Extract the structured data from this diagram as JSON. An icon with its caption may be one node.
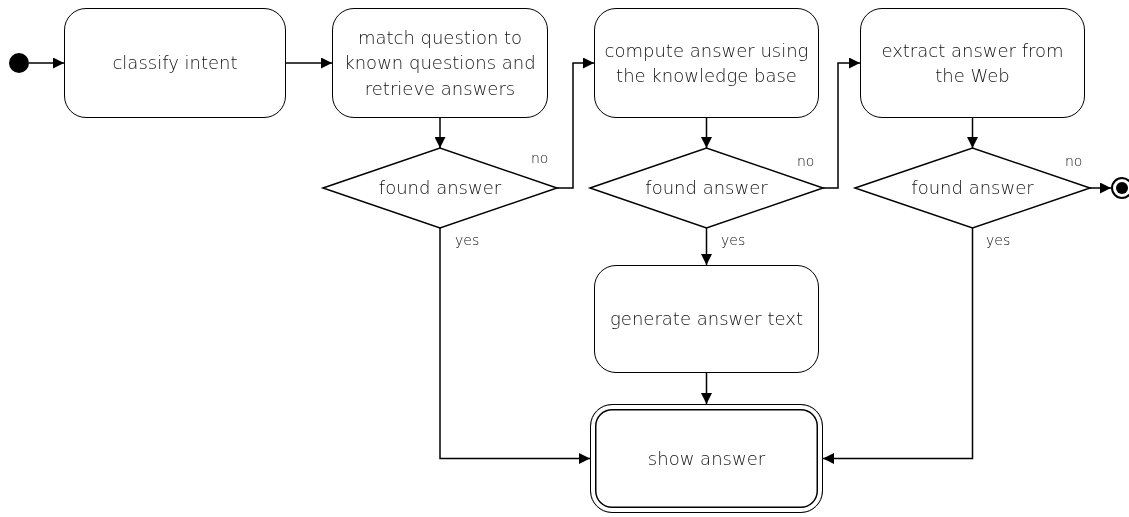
{
  "diagram": {
    "nodes": [
      {
        "text": [],
        "shape": "circle"
      },
      {
        "text": [
          "classify intent"
        ]
      },
      {
        "text": [
          "match question to known questions and retrieve answers"
        ]
      },
      {
        "text": [
          "found answer"
        ]
      },
      {
        "text": [
          "compute answer using the knowledge base"
        ]
      },
      {
        "text": [
          "found answer"
        ]
      },
      {
        "text": [
          "extract answer from the Web"
        ]
      },
      {
        "text": [
          "found answer"
        ]
      },
      {
        "text": [],
        "shape": "circle"
      },
      {
        "text": [
          "generate answer text"
        ]
      },
      {
        "text": [
          "show answer"
        ]
      }
    ],
    "edges": [
      {
        "from": 0,
        "to": 1,
        "arrow": "to"
      },
      {
        "from": 1,
        "to": 2,
        "arrow": "to"
      },
      {
        "from": 2,
        "to": 3,
        "arrow": "to"
      },
      {
        "from": 3,
        "to": 4,
        "arrow": "to",
        "label": "no"
      },
      {
        "from": 4,
        "to": 5,
        "arrow": "to"
      },
      {
        "from": 5,
        "to": 6,
        "arrow": "to",
        "label": "no"
      },
      {
        "from": 6,
        "to": 7,
        "arrow": "to"
      },
      {
        "from": 7,
        "to": 8,
        "arrow": "to",
        "label": "no"
      },
      {
        "from": 3,
        "to": 10,
        "arrow": "to",
        "label": "yes"
      },
      {
        "from": 5,
        "to": 9,
        "arrow": "to",
        "label": "yes"
      },
      {
        "from": 9,
        "to": 10,
        "arrow": "to"
      },
      {
        "from": 7,
        "to": 10,
        "arrow": "to",
        "label": "yes"
      }
    ]
  }
}
